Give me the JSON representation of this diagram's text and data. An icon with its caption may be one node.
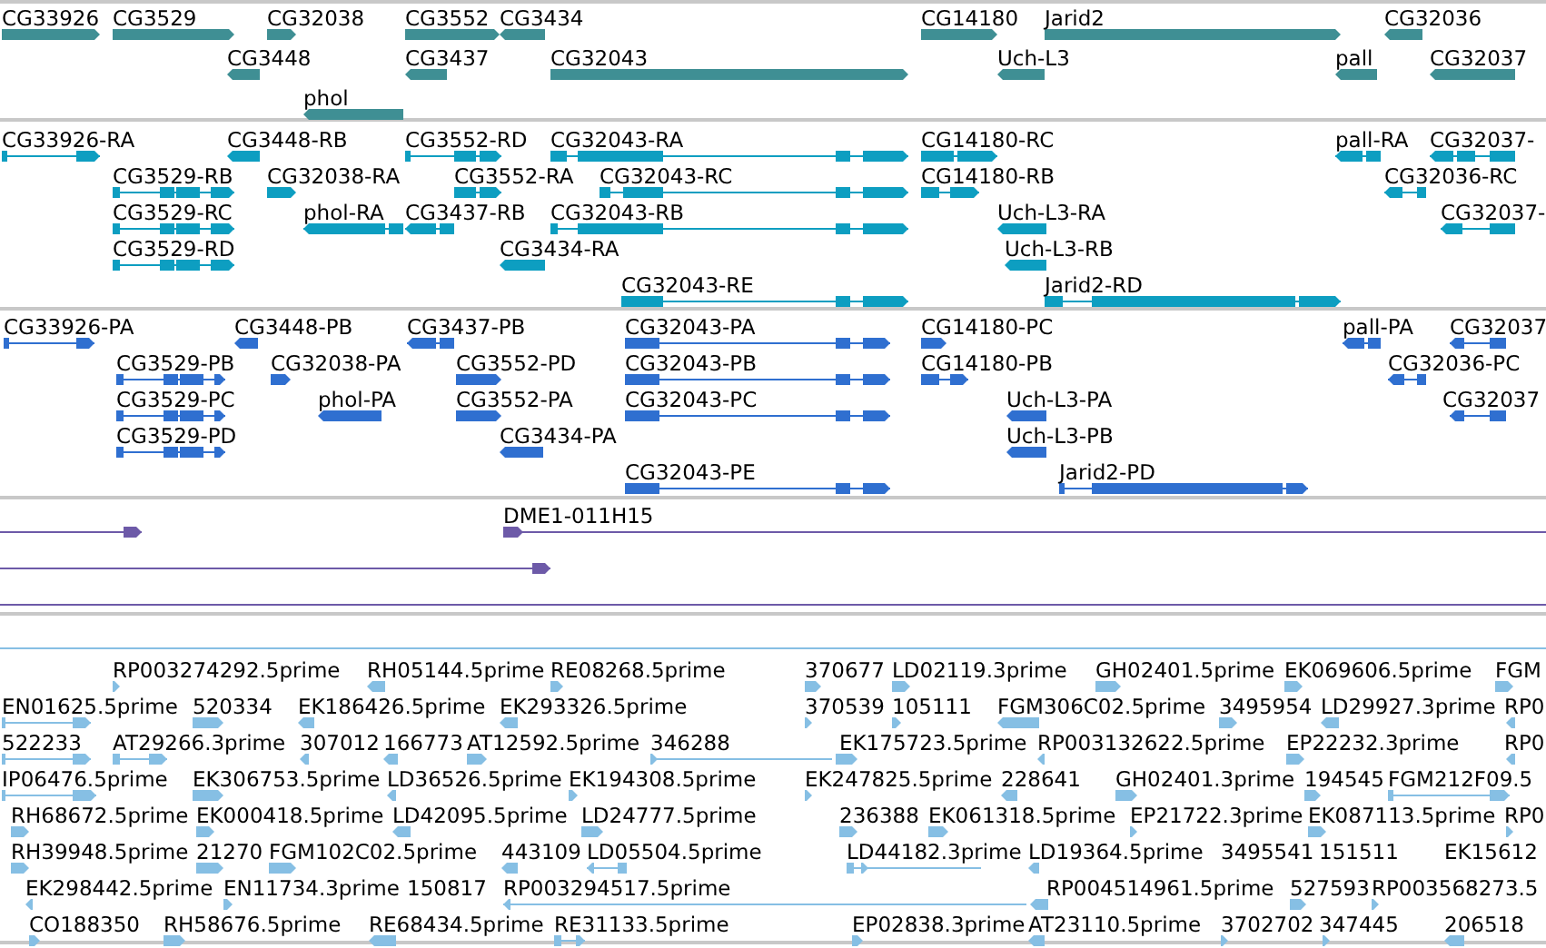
{
  "diagram": {
    "labels": [
      "CG33926",
      "CG3529",
      "CG32038",
      "CG3552",
      "CG3434",
      "CG14180",
      "Jarid2",
      "CG32036",
      "CG3448",
      "CG3437",
      "CG32043",
      "Uch-L3",
      "pall",
      "CG32037",
      "phol",
      "CG33926-RA",
      "CG3448-RB",
      "CG3552-RD",
      "CG32043-RA",
      "CG14180-RC",
      "pall-RA",
      "CG32037-",
      "CG3529-RB",
      "CG32038-RA",
      "CG3552-RA",
      "CG32043-RC",
      "CG14180-RB",
      "CG32036-RC",
      "CG3529-RC",
      "phol-RA",
      "CG3437-RB",
      "CG32043-RB",
      "Uch-L3-RA",
      "CG32037-",
      "CG3529-RD",
      "CG3434-RA",
      "Uch-L3-RB",
      "CG32043-RE",
      "Jarid2-RD",
      "CG33926-PA",
      "CG3448-PB",
      "CG3437-PB",
      "CG32043-PA",
      "CG14180-PC",
      "pall-PA",
      "CG32037",
      "CG3529-PB",
      "CG32038-PA",
      "CG3552-PD",
      "CG32043-PB",
      "CG14180-PB",
      "CG32036-PC",
      "CG3529-PC",
      "phol-PA",
      "CG3552-PA",
      "CG32043-PC",
      "Uch-L3-PA",
      "CG32037",
      "CG3529-PD",
      "CG3434-PA",
      "Uch-L3-PB",
      "CG32043-PE",
      "Jarid2-PD",
      "DME1-011H15",
      "RP003274292.5prime",
      "RH05144.5prime",
      "RE08268.5prime",
      "370677",
      "LD02119.3prime",
      "GH02401.5prime",
      "EK069606.5prime",
      "FGM",
      "EN01625.5prime",
      "520334",
      "EK186426.5prime",
      "EK293326.5prime",
      "370539",
      "105111",
      "FGM306C02.5prime",
      "3495954",
      "LD29927.3prime",
      "RP0",
      "522233",
      "AT29266.3prime",
      "307012",
      "166773",
      "AT12592.5prime",
      "346288",
      "EK175723.5prime",
      "RP003132622.5prime",
      "EP22232.3prime",
      "RP0",
      "IP06476.5prime",
      "EK306753.5prime",
      "LD36526.5prime",
      "EK194308.5prime",
      "EK247825.5prime",
      "228641",
      "GH02401.3prime",
      "194545",
      "FGM212F09.5",
      "RH68672.5prime",
      "EK000418.5prime",
      "LD42095.5prime",
      "LD24777.5prime",
      "236388",
      "EK061318.5prime",
      "EP21722.3prime",
      "EK087113.5prime",
      "RP0",
      "RH39948.5prime",
      "21270",
      "FGM102C02.5prime",
      "443109",
      "LD05504.5prime",
      "LD44182.3prime",
      "LD19364.5prime",
      "3495541",
      "151511",
      "EK15612",
      "EK298442.5prime",
      "EN11734.3prime",
      "150817",
      "RP003294517.5prime",
      "RP004514961.5prime",
      "527593",
      "RP003568273.5",
      "CO188350",
      "RH58676.5prime",
      "RE68434.5prime",
      "RE31133.5prime",
      "EP02838.3prime",
      "AT23110.5prime",
      "3702702",
      "347445",
      "206518"
    ]
  }
}
